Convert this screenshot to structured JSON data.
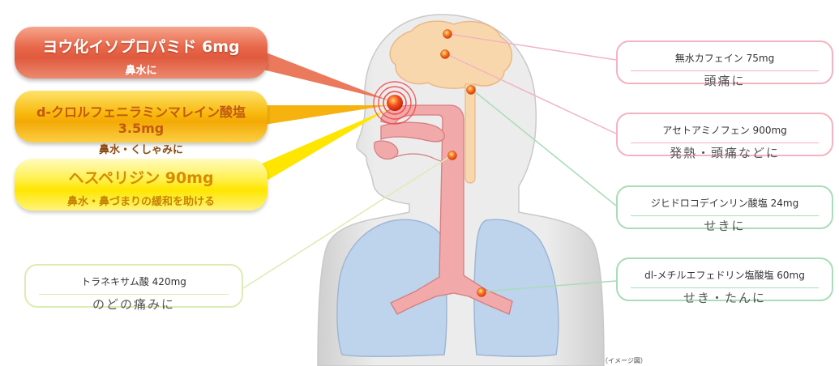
{
  "colors": {
    "red_pill": "#e8674a",
    "orange_pill": "#f8b80c",
    "yellow_pill": "#ffe600",
    "pink_line": "#f3b3c2",
    "green_line": "#a9dcb8",
    "lime_line": "#dcecb3",
    "brain": "#f9d7ad",
    "airway": "#f2a9aa",
    "lung": "#bed3ec",
    "body": "#e6e6e6"
  },
  "left_ingredients": [
    {
      "name": "ヨウ化イソプロパミド 6mg",
      "effect": "鼻水に"
    },
    {
      "name": "d-クロルフェニラミンマレイン酸塩 3.5mg",
      "effect": "鼻水・くしゃみに"
    },
    {
      "name": "ヘスペリジン 90mg",
      "effect": "鼻水・鼻づまりの緩和を助ける"
    }
  ],
  "right_ingredients": [
    {
      "name": "無水カフェイン 75mg",
      "effect": "頭痛に"
    },
    {
      "name": "アセトアミノフェン 900mg",
      "effect": "発熱・頭痛などに"
    },
    {
      "name": "ジヒドロコデインリン酸塩 24mg",
      "effect": "せきに"
    },
    {
      "name": "dl-メチルエフェドリン塩酸塩 60mg",
      "effect": "せき・たんに"
    }
  ],
  "bottom_left_ingredient": {
    "name": "トラネキサム酸 420mg",
    "effect": "のどの痛みに"
  },
  "caption": "（イメージ図）",
  "icons": [
    "brain",
    "nasal-cavity",
    "trachea",
    "lungs",
    "target-marker"
  ]
}
